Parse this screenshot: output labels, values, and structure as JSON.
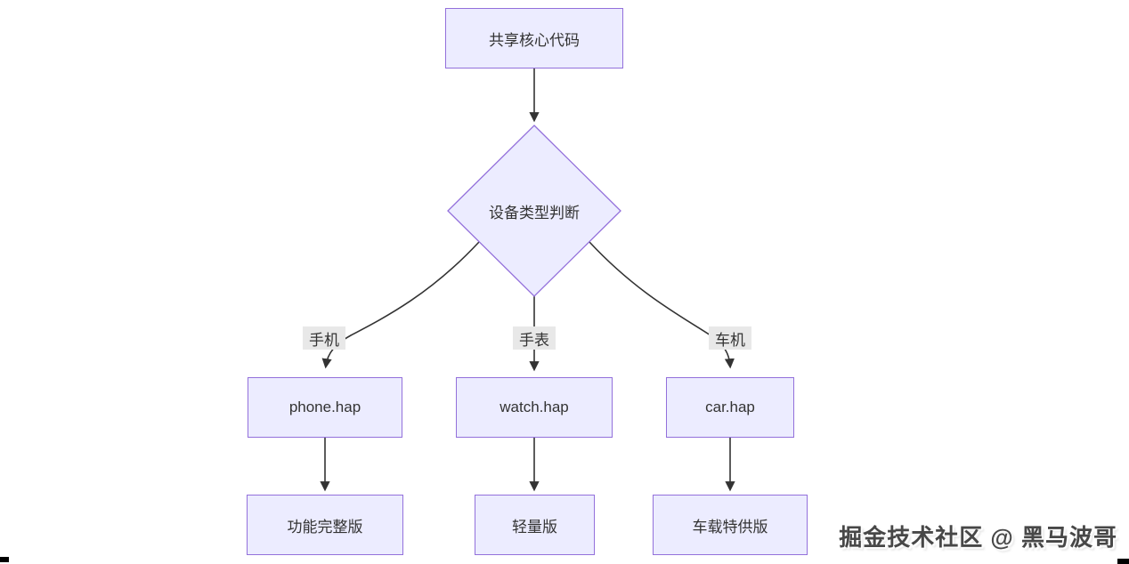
{
  "diagram": {
    "type": "flowchart",
    "direction": "top-down",
    "nodes": {
      "root": {
        "label": "共享核心代码",
        "shape": "rect"
      },
      "decision": {
        "label": "设备类型判断",
        "shape": "diamond"
      },
      "phone": {
        "label": "phone.hap",
        "shape": "rect"
      },
      "watch": {
        "label": "watch.hap",
        "shape": "rect"
      },
      "car": {
        "label": "car.hap",
        "shape": "rect"
      },
      "phone_out": {
        "label": "功能完整版",
        "shape": "rect"
      },
      "watch_out": {
        "label": "轻量版",
        "shape": "rect"
      },
      "car_out": {
        "label": "车载特供版",
        "shape": "rect"
      }
    },
    "edges": [
      {
        "from": "root",
        "to": "decision",
        "label": ""
      },
      {
        "from": "decision",
        "to": "phone",
        "label": "手机"
      },
      {
        "from": "decision",
        "to": "watch",
        "label": "手表"
      },
      {
        "from": "decision",
        "to": "car",
        "label": "车机"
      },
      {
        "from": "phone",
        "to": "phone_out",
        "label": ""
      },
      {
        "from": "watch",
        "to": "watch_out",
        "label": ""
      },
      {
        "from": "car",
        "to": "car_out",
        "label": ""
      }
    ],
    "colors": {
      "node_fill": "#ececff",
      "node_border": "#9370db",
      "edge": "#333333",
      "edge_label_bg": "#e8e8e8",
      "text": "#333333"
    }
  },
  "watermark": {
    "text": "掘金技术社区 @ 黑马波哥"
  }
}
